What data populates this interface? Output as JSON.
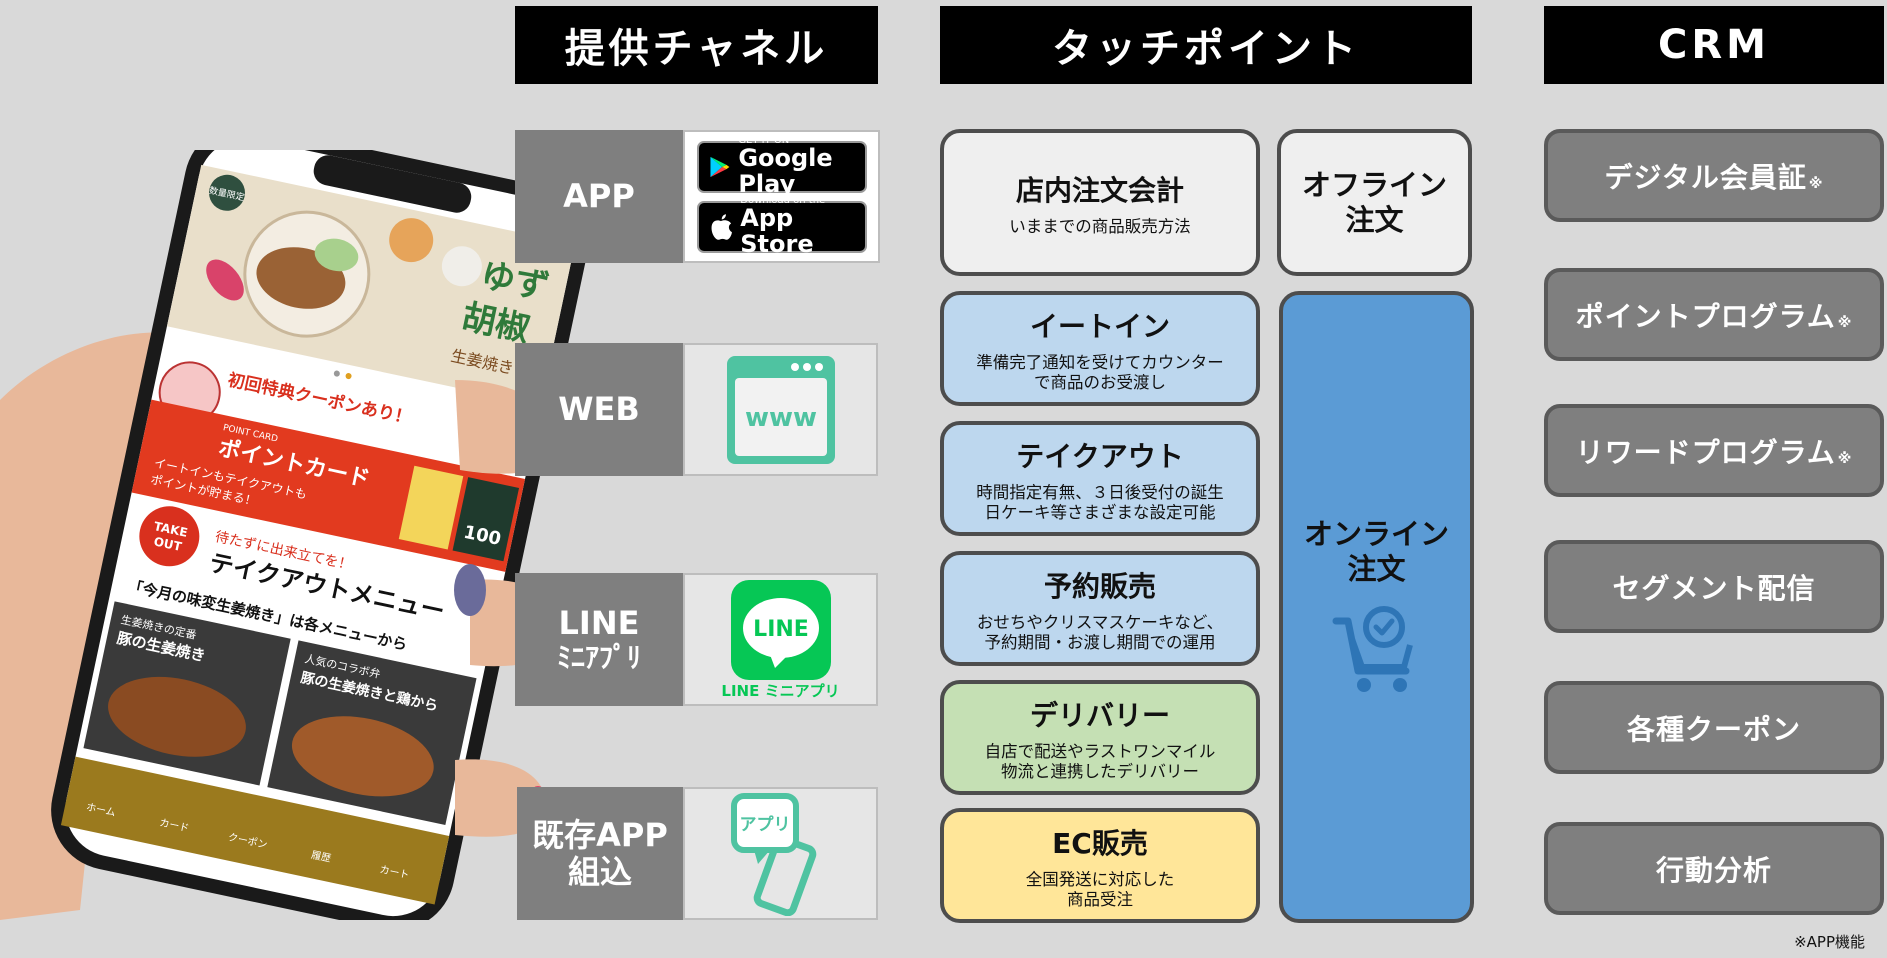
{
  "headers": {
    "channel": "提供チャネル",
    "touchpoint": "タッチポイント",
    "crm": "CRM"
  },
  "channels": {
    "app": {
      "label": "APP",
      "google_small": "GET IT ON",
      "google_big": "Google Play",
      "apple_small": "Download on the",
      "apple_big": "App Store"
    },
    "web": {
      "label": "WEB",
      "icon_text": "www"
    },
    "line": {
      "label_1": "LINE",
      "label_2": "ﾐﾆｱﾌﾟﾘ",
      "icon_text": "LINE",
      "icon_caption": "LINE ミニアプリ"
    },
    "existing": {
      "label_1": "既存APP",
      "label_2": "組込",
      "icon_text": "アプリ"
    }
  },
  "touchpoints": {
    "instore": {
      "title": "店内注文会計",
      "desc": [
        "いままでの商品販売方法"
      ]
    },
    "eatin": {
      "title": "イートイン",
      "desc": [
        "準備完了通知を受けてカウンター",
        "で商品のお受渡し"
      ]
    },
    "takeout": {
      "title": "テイクアウト",
      "desc": [
        "時間指定有無、３日後受付の誕生",
        "日ケーキ等さまざまな設定可能"
      ]
    },
    "reserve": {
      "title": "予約販売",
      "desc": [
        "おせちやクリスマスケーキなど、",
        "予約期間・お渡し期間での運用"
      ]
    },
    "delivery": {
      "title": "デリバリー",
      "desc": [
        "自店で配送やラストワンマイル",
        "物流と連携したデリバリー"
      ]
    },
    "ec": {
      "title": "EC販売",
      "desc": [
        "全国発送に対応した",
        "商品受注"
      ]
    },
    "offline": {
      "line_1": "オフライン",
      "line_2": "注文"
    },
    "online": {
      "line_1": "オンライン",
      "line_2": "注文"
    }
  },
  "crm_items": [
    {
      "label": "デジタル会員証",
      "mark": "※"
    },
    {
      "label": "ポイントプログラム",
      "mark": "※"
    },
    {
      "label": "リワードプログラム",
      "mark": "※"
    },
    {
      "label": "セグメント配信",
      "mark": ""
    },
    {
      "label": "各種クーポン",
      "mark": ""
    },
    {
      "label": "行動分析",
      "mark": ""
    }
  ],
  "footnote": "※APP機能",
  "phone": {
    "badge_top": "数量限定",
    "banner_vertical_1": "ゆず",
    "banner_vertical_2": "胡椒",
    "banner_vertical_3": "生姜焼き",
    "coupon_text": "初回特典クーポンあり！",
    "point_card_en": "POINT CARD",
    "point_card_jp": "ポイントカード",
    "point_card_sub_1": "イートインもテイクアウトも",
    "point_card_sub_2": "ポイントが貯まる！",
    "point_value": "100",
    "takeout_badge_1": "TAKE",
    "takeout_badge_2": "OUT",
    "takeout_sub": "待たずに出来立てを！",
    "takeout_title": "テイクアウトメニュー",
    "menu_heading": "「今月の味変生姜焼き」は各メニューから",
    "item1_small": "生姜焼きの定番",
    "item1_name": "豚の生姜焼き",
    "item2_small": "人気のコラボ弁",
    "item2_name": "豚の生姜焼きと鶏から",
    "nav": [
      "ホーム",
      "カード",
      "クーポン",
      "履歴",
      "カート"
    ]
  }
}
